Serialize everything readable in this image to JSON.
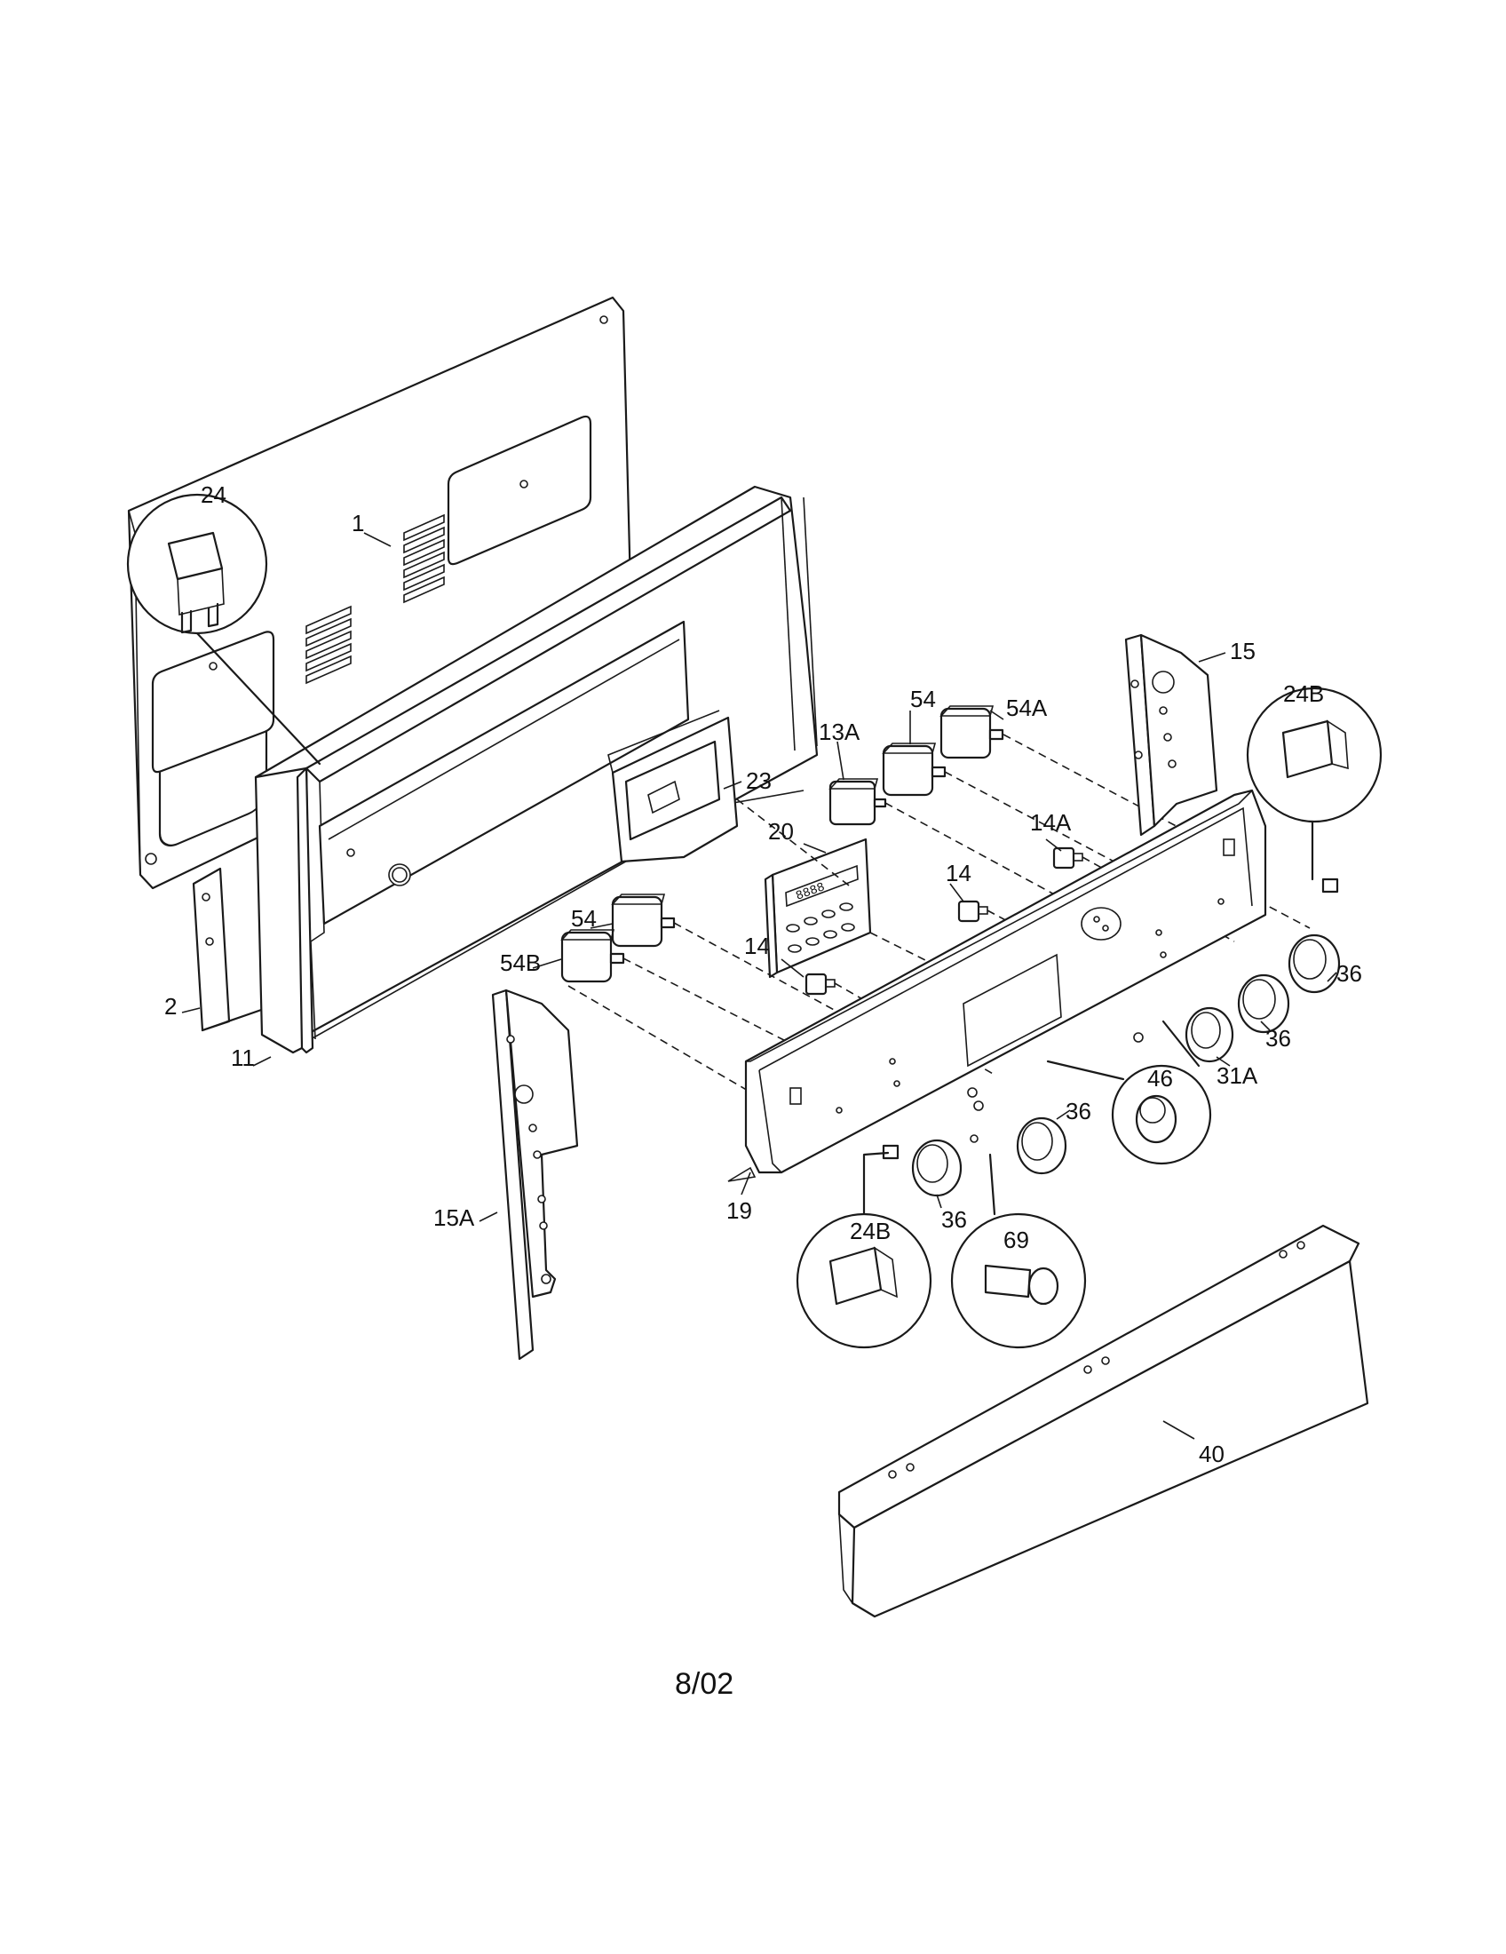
{
  "labels": {
    "p1": "1",
    "p2": "2",
    "p11": "11",
    "p13A": "13A",
    "p14_upper": "14",
    "p14_lower": "14",
    "p14A": "14A",
    "p15": "15",
    "p15A": "15A",
    "p19": "19",
    "p20": "20",
    "p23": "23",
    "p24": "24",
    "p24B_right": "24B",
    "p24B_bottom": "24B",
    "p31A": "31A",
    "p36_a": "36",
    "p36_b": "36",
    "p36_c": "36",
    "p36_d": "36",
    "p40": "40",
    "p46": "46",
    "p54_upper": "54",
    "p54_lower": "54",
    "p54A": "54A",
    "p54B": "54B",
    "p69": "69"
  },
  "date_code": "8/02"
}
